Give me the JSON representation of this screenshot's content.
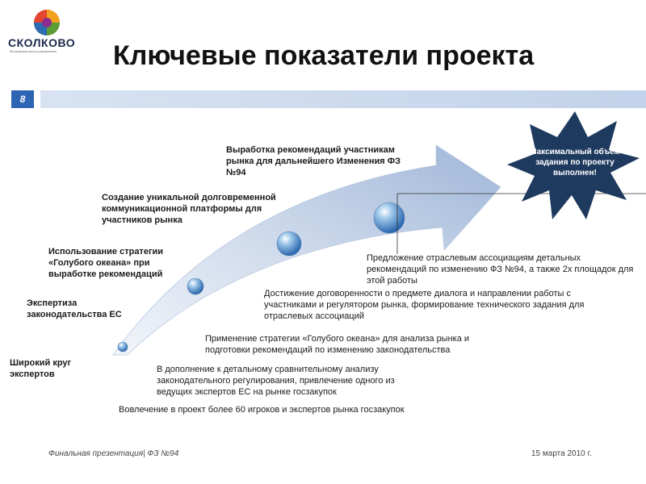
{
  "header": {
    "logo_text": "СКОЛКОВО",
    "logo_subtext": "Московская школа управления",
    "title": "Ключевые показатели проекта",
    "page_number": "8"
  },
  "milestones": [
    "Широкий круг экспертов",
    "Экспертиза законодательства ЕС",
    "Использование стратегии «Голубого океана» при выработке рекомендаций",
    "Создание уникальной долговременной коммуникационной платформы для участников рынка",
    "Выработка рекомендаций участникам рынка для дальнейшего Изменения ФЗ №94"
  ],
  "bullets": [
    "Вовлечение в проект более 60 игроков и экспертов рынка госзакупок",
    "В дополнение к детальному сравнительному анализу законодательного регулирования, привлечение одного из ведущих экспертов ЕС на рынке госзакупок",
    "Применение стратегии «Голубого океана» для анализа рынка и подготовки рекомендаций по изменению законодательства",
    "Достижение договоренности о предмете диалога и направлении работы с участниками и регулятором рынка, формирование технического задания для отраслевых ассоциаций",
    "Предложение отраслевым ассоциациям детальных рекомендаций по изменению ФЗ №94, а также 2х площадок для этой работы"
  ],
  "bullet_marker": "",
  "badge": {
    "text": "Максимальный объем задания по проекту выполнен!",
    "color": "#1f3a5f"
  },
  "footer": {
    "left": "Финальная презентация| ФЗ №94",
    "right": "15 марта 2010 г."
  },
  "colors": {
    "accent": "#2e64b4",
    "arrow_light": "#e8eef7",
    "arrow_dark": "#a9bfdc"
  }
}
